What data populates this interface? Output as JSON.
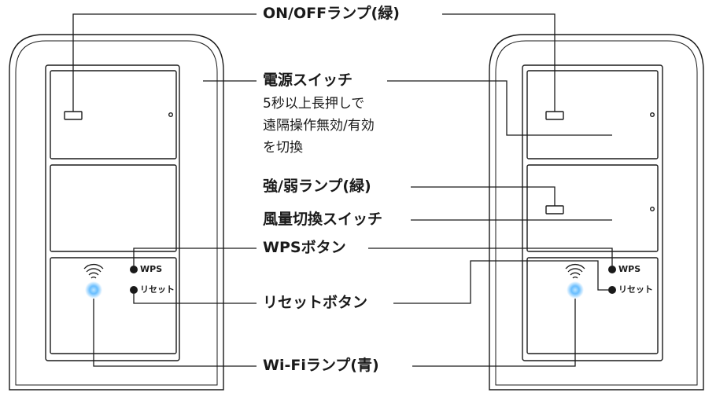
{
  "labels": {
    "onoff_lamp": "ON/OFFランプ(緑)",
    "power_switch": "電源スイッチ",
    "power_note_1": "5秒以上長押しで",
    "power_note_2": "遠隔操作無効/有効",
    "power_note_3": "を切換",
    "strength_lamp": "強/弱ランプ(緑)",
    "fan_switch": "風量切換スイッチ",
    "wps_button": "WPSボタン",
    "reset_button": "リセットボタン",
    "wifi_lamp": "Wi-Fiランプ(青)"
  },
  "device_marks": {
    "wps": "WPS",
    "reset": "リセット"
  },
  "colors": {
    "line": "#1a1a1a",
    "wifi_glow": "#4fb3ff"
  }
}
